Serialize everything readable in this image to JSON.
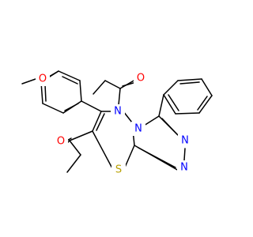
{
  "molecule": {
    "atom_labels": {
      "o_methoxy": "O",
      "o_upper_carbonyl": "O",
      "o_lower_carbonyl": "O",
      "n_ring": "N",
      "n_fused": "N",
      "n_triazole_upper": "N",
      "n_triazole_lower": "N",
      "s_ring": "S"
    },
    "colors": {
      "oxygen": "#ff0000",
      "nitrogen": "#0000ff",
      "sulfur": "#b8a000",
      "bond": "#000000"
    }
  }
}
